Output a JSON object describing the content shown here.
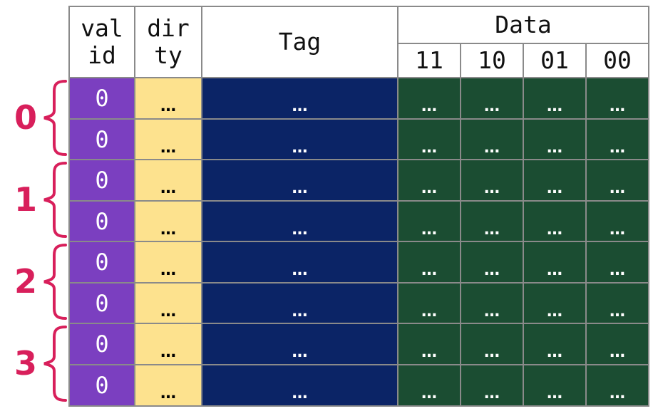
{
  "headers": {
    "valid": "val\nid",
    "dirty": "dir\nty",
    "tag": "Tag",
    "data": "Data",
    "data_cols": [
      "11",
      "10",
      "01",
      "00"
    ]
  },
  "rows": [
    {
      "valid": "0",
      "dirty": "…",
      "tag": "…",
      "data": [
        "…",
        "…",
        "…",
        "…"
      ]
    },
    {
      "valid": "0",
      "dirty": "…",
      "tag": "…",
      "data": [
        "…",
        "…",
        "…",
        "…"
      ]
    },
    {
      "valid": "0",
      "dirty": "…",
      "tag": "…",
      "data": [
        "…",
        "…",
        "…",
        "…"
      ]
    },
    {
      "valid": "0",
      "dirty": "…",
      "tag": "…",
      "data": [
        "…",
        "…",
        "…",
        "…"
      ]
    },
    {
      "valid": "0",
      "dirty": "…",
      "tag": "…",
      "data": [
        "…",
        "…",
        "…",
        "…"
      ]
    },
    {
      "valid": "0",
      "dirty": "…",
      "tag": "…",
      "data": [
        "…",
        "…",
        "…",
        "…"
      ]
    },
    {
      "valid": "0",
      "dirty": "…",
      "tag": "…",
      "data": [
        "…",
        "…",
        "…",
        "…"
      ]
    },
    {
      "valid": "0",
      "dirty": "…",
      "tag": "…",
      "data": [
        "…",
        "…",
        "…",
        "…"
      ]
    }
  ],
  "sets": [
    "0",
    "1",
    "2",
    "3"
  ],
  "colors": {
    "valid_bg": "#7b3fc0",
    "valid_text": "#ffffff",
    "dirty_bg": "#fde28e",
    "dirty_text": "#000000",
    "tag_bg": "#0b2466",
    "tag_text": "#ffffff",
    "data_bg": "#1b4d32",
    "data_text": "#ffffff",
    "set_accent": "#d81f5b"
  }
}
